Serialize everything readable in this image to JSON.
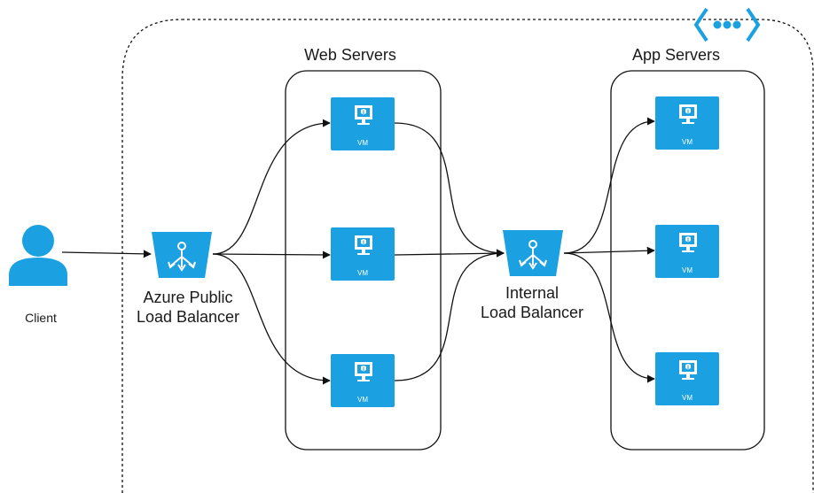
{
  "client": {
    "label": "Client"
  },
  "groups": {
    "web": {
      "title": "Web Servers"
    },
    "app": {
      "title": "App Servers"
    }
  },
  "load_balancers": {
    "public": {
      "line1": "Azure Public",
      "line2": "Load Balancer"
    },
    "internal": {
      "line1": "Internal",
      "line2": "Load Balancer"
    }
  },
  "vm_label": "VM",
  "colors": {
    "azure_blue": "#1BA1E2",
    "client_blue": "#1BA1E2",
    "stroke": "#111111",
    "background": "#ffffff"
  },
  "icons": {
    "network": "virtual-network-icon",
    "client": "user-icon",
    "load_balancer": "load-balancer-icon",
    "vm": "virtual-machine-icon"
  }
}
